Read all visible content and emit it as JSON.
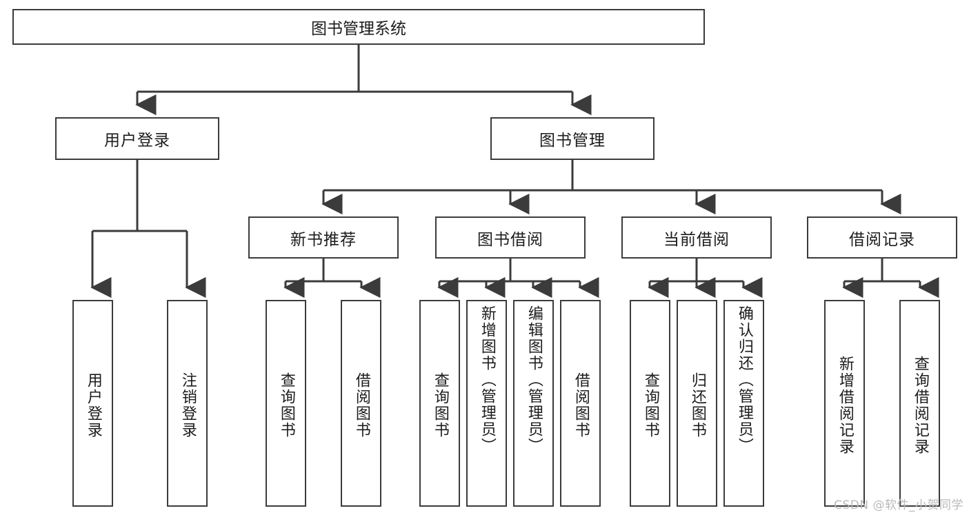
{
  "diagram": {
    "title": "图书管理系统",
    "type": "tree",
    "root": {
      "id": "root",
      "label": "图书管理系统"
    },
    "level2": [
      {
        "id": "user-login",
        "label": "用户登录"
      },
      {
        "id": "book-manage",
        "label": "图书管理"
      }
    ],
    "level3": [
      {
        "id": "new-book-rec",
        "label": "新书推荐"
      },
      {
        "id": "book-borrow",
        "label": "图书借阅"
      },
      {
        "id": "current-borrow",
        "label": "当前借阅"
      },
      {
        "id": "borrow-record",
        "label": "借阅记录"
      }
    ],
    "leaves": [
      {
        "id": "leaf-user-login",
        "label": "用户登录",
        "parent": "user-login"
      },
      {
        "id": "leaf-logout",
        "label": "注销登录",
        "parent": "user-login"
      },
      {
        "id": "leaf-query-book-1",
        "label": "查询图书",
        "parent": "new-book-rec"
      },
      {
        "id": "leaf-borrow-book-1",
        "label": "借阅图书",
        "parent": "new-book-rec"
      },
      {
        "id": "leaf-query-book-2",
        "label": "查询图书",
        "parent": "book-borrow"
      },
      {
        "id": "leaf-add-book",
        "label": "新增图书（管理员）",
        "parent": "book-borrow"
      },
      {
        "id": "leaf-edit-book",
        "label": "编辑图书（管理员）",
        "parent": "book-borrow"
      },
      {
        "id": "leaf-borrow-book-2",
        "label": "借阅图书",
        "parent": "book-borrow"
      },
      {
        "id": "leaf-query-book-3",
        "label": "查询图书",
        "parent": "current-borrow"
      },
      {
        "id": "leaf-return-book",
        "label": "归还图书",
        "parent": "current-borrow"
      },
      {
        "id": "leaf-confirm-return",
        "label": "确认归还（管理员）",
        "parent": "current-borrow"
      },
      {
        "id": "leaf-add-record",
        "label": "新增借阅记录",
        "parent": "borrow-record"
      },
      {
        "id": "leaf-query-record",
        "label": "查询借阅记录",
        "parent": "borrow-record"
      }
    ],
    "colors": {
      "stroke": "#3b3b3b",
      "fill": "#ffffff",
      "text": "#1c1c1c",
      "watermark": "#b9b9b9"
    }
  },
  "watermark": {
    "text": "CSDN @软件_小贺同学"
  }
}
